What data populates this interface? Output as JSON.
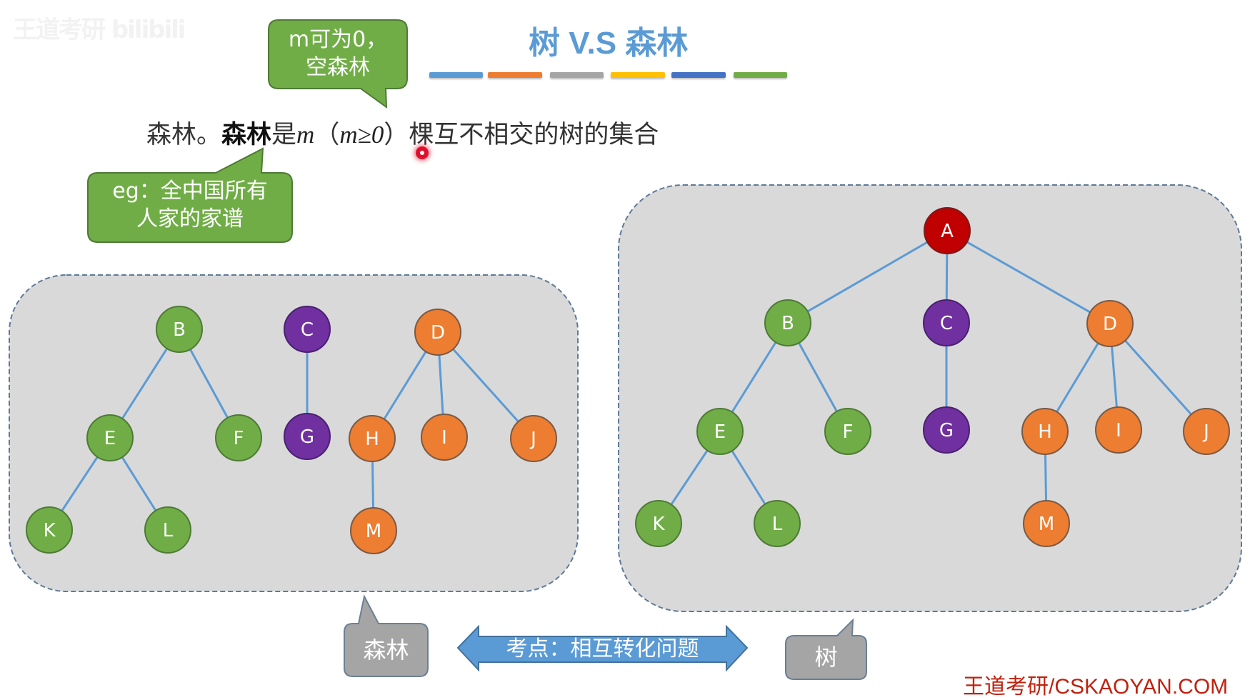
{
  "watermark": "王道考研 bilibili",
  "title": "树 V.S 森林",
  "title_color": "#5b9bd5",
  "color_bars": [
    "#5b9bd5",
    "#ed7d31",
    "#a5a5a5",
    "#ffc000",
    "#4472c4",
    "#70ad47"
  ],
  "definition": {
    "lead": "森林。",
    "term": "森林",
    "is": "是",
    "m": "m",
    "paren_open": "（",
    "cond": "m≥0",
    "paren_close": "）",
    "rest": "棵互不相交的树的集合"
  },
  "callouts": {
    "empty_forest": {
      "line1": "m可为0，",
      "line2": "空森林"
    },
    "example": {
      "line1": "eg：全中国所有",
      "line2": "人家的家谱"
    },
    "forest_label": "森林",
    "tree_label": "树",
    "conversion": "考点：相互转化问题"
  },
  "colors": {
    "callout_green": "#70ad47",
    "callout_gray": "#a5a5a5",
    "arrow_blue": "#5b9bd5",
    "edge": "#5b9bd5",
    "panel_fill": "#d9d9d9",
    "node_green": "#70ad47",
    "node_purple": "#7030a0",
    "node_orange": "#ed7d31",
    "node_red": "#c00000"
  },
  "forest": {
    "label": "森林",
    "trees": [
      {
        "root": "B",
        "nodes": [
          "B",
          "E",
          "F",
          "K",
          "L"
        ],
        "edges": [
          [
            "B",
            "E"
          ],
          [
            "B",
            "F"
          ],
          [
            "E",
            "K"
          ],
          [
            "E",
            "L"
          ]
        ],
        "color": "green"
      },
      {
        "root": "C",
        "nodes": [
          "C",
          "G"
        ],
        "edges": [
          [
            "C",
            "G"
          ]
        ],
        "color": "purple"
      },
      {
        "root": "D",
        "nodes": [
          "D",
          "H",
          "I",
          "J",
          "M"
        ],
        "edges": [
          [
            "D",
            "H"
          ],
          [
            "D",
            "I"
          ],
          [
            "D",
            "J"
          ],
          [
            "H",
            "M"
          ]
        ],
        "color": "orange"
      }
    ]
  },
  "tree": {
    "label": "树",
    "root": "A",
    "nodes": [
      {
        "id": "A",
        "color": "red"
      },
      {
        "id": "B",
        "color": "green"
      },
      {
        "id": "C",
        "color": "purple"
      },
      {
        "id": "D",
        "color": "orange"
      },
      {
        "id": "E",
        "color": "green"
      },
      {
        "id": "F",
        "color": "green"
      },
      {
        "id": "G",
        "color": "purple"
      },
      {
        "id": "H",
        "color": "orange"
      },
      {
        "id": "I",
        "color": "orange"
      },
      {
        "id": "J",
        "color": "orange"
      },
      {
        "id": "K",
        "color": "green"
      },
      {
        "id": "L",
        "color": "green"
      },
      {
        "id": "M",
        "color": "orange"
      }
    ],
    "edges": [
      [
        "A",
        "B"
      ],
      [
        "A",
        "C"
      ],
      [
        "A",
        "D"
      ],
      [
        "B",
        "E"
      ],
      [
        "B",
        "F"
      ],
      [
        "C",
        "G"
      ],
      [
        "D",
        "H"
      ],
      [
        "D",
        "I"
      ],
      [
        "D",
        "J"
      ],
      [
        "E",
        "K"
      ],
      [
        "E",
        "L"
      ],
      [
        "H",
        "M"
      ]
    ]
  },
  "footer": "王道考研/CSKAOYAN.COM"
}
